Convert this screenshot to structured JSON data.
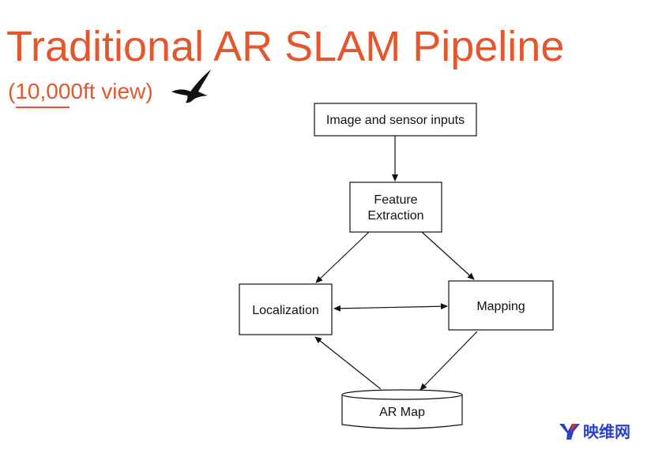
{
  "header": {
    "title": "Traditional AR SLAM Pipeline",
    "subtitle": "(10,000ft view)"
  },
  "diagram": {
    "nodes": {
      "inputs": "Image and sensor inputs",
      "feature_line1": "Feature",
      "feature_line2": "Extraction",
      "localization": "Localization",
      "mapping": "Mapping",
      "ar_map": "AR Map"
    }
  },
  "watermark": {
    "text": "映维网",
    "color": "#2b3fd1"
  },
  "colors": {
    "accent": "#e4572e"
  }
}
